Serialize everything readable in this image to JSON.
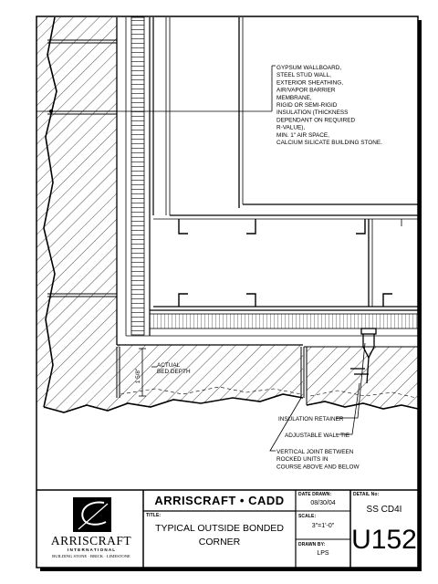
{
  "callouts": {
    "wall_assembly": [
      "GYPSUM WALLBOARD,",
      "STEEL STUD WALL,",
      "EXTERIOR SHEATHING,",
      "AIR/VAPOR BARRIER",
      "MEMBRANE,",
      "RIGID OR SEMI-RIGID",
      "INSULATION (THICKNESS",
      "DEPENDANT ON REQUIRED",
      "R-VALUE),",
      "MIN. 1\" AIR SPACE,",
      "CALCIUM SILICATE BUILDING STONE."
    ],
    "bed_depth": [
      "ACTUAL",
      "BED DEPTH"
    ],
    "dimension": "1 5/8\"",
    "insulation_retainer": "INSULATION RETAINER",
    "adjustable_wall_tie": "ADJUSTABLE WALL TIE",
    "vertical_joint": [
      "VERTICAL JOINT BETWEEN",
      "ROCKED UNITS IN",
      "COURSE ABOVE AND BELOW"
    ]
  },
  "title_block": {
    "brand": "ARRISCRAFT • CADD",
    "logo_name": "ARRISCRAFT",
    "logo_sub": "I N T E R N A T I O N A L",
    "logo_tagline": "BUILDING STONE · BRICK · LIMESTONE",
    "title_caption": "TITLE:",
    "title_line1": "TYPICAL OUTSIDE BONDED",
    "title_line2": "CORNER",
    "date_caption": "DATE DRAWN:",
    "date_value": "08/30/04",
    "scale_caption": "SCALE:",
    "scale_value": "3\"=1'-0\"",
    "drawn_caption": "DRAWN BY:",
    "drawn_value": "LPS",
    "detail_caption": "DETAIL No:",
    "detail_code": "SS CD4I",
    "detail_number": "U152"
  }
}
